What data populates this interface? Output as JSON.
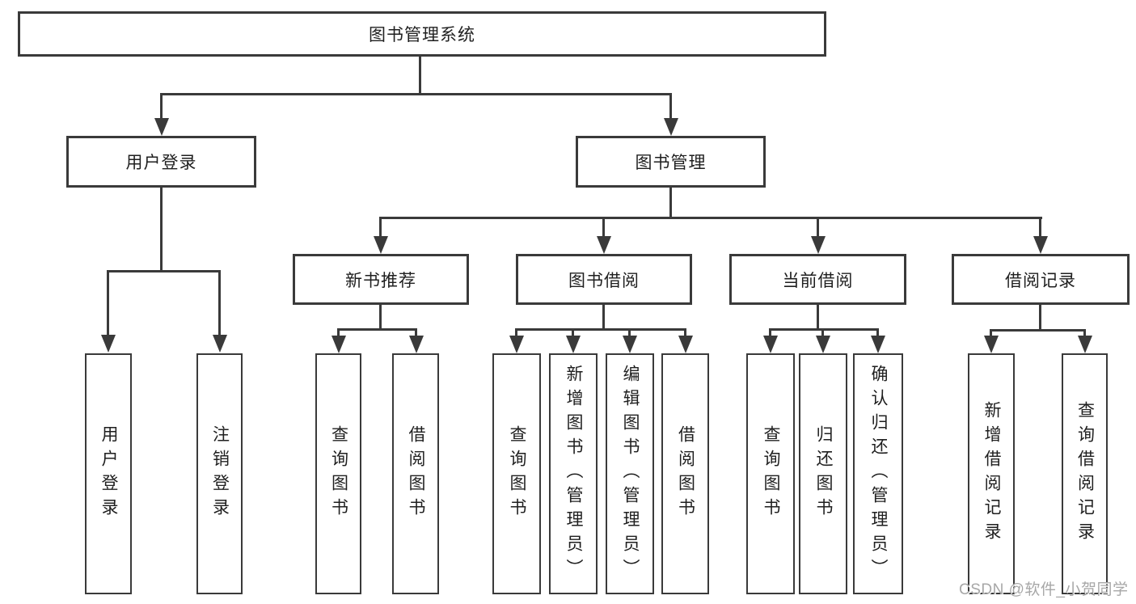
{
  "diagram": {
    "type": "hierarchy-tree",
    "root": {
      "label": "图书管理系统"
    },
    "level2": {
      "user_login": {
        "label": "用户登录"
      },
      "book_mgmt": {
        "label": "图书管理"
      }
    },
    "level3": {
      "new_book_rec": {
        "label": "新书推荐"
      },
      "book_borrow": {
        "label": "图书借阅"
      },
      "current_borrow": {
        "label": "当前借阅"
      },
      "borrow_records": {
        "label": "借阅记录"
      }
    },
    "leaves": {
      "user_login": [
        "用户登录",
        "注销登录"
      ],
      "new_book_rec": [
        "查询图书",
        "借阅图书"
      ],
      "book_borrow": [
        "查询图书",
        "新增图书（管理员）",
        "编辑图书（管理员）",
        "借阅图书"
      ],
      "current_borrow": [
        "查询图书",
        "归还图书",
        "确认归还（管理员）"
      ],
      "borrow_records": [
        "新增借阅记录",
        "查询借阅记录"
      ]
    },
    "hierarchy": {
      "图书管理系统": [
        "用户登录",
        "图书管理"
      ],
      "用户登录": [
        "用户登录",
        "注销登录"
      ],
      "图书管理": [
        "新书推荐",
        "图书借阅",
        "当前借阅",
        "借阅记录"
      ],
      "新书推荐": [
        "查询图书",
        "借阅图书"
      ],
      "图书借阅": [
        "查询图书",
        "新增图书（管理员）",
        "编辑图书（管理员）",
        "借阅图书"
      ],
      "当前借阅": [
        "查询图书",
        "归还图书",
        "确认归还（管理员）"
      ],
      "借阅记录": [
        "新增借阅记录",
        "查询借阅记录"
      ]
    },
    "colors": {
      "line": "#3a3a3a",
      "box_border": "#3a3a3a",
      "text": "#1f1f1f",
      "background": "#ffffff",
      "watermark": "#a7a7a7"
    }
  },
  "watermark": {
    "text": "CSDN @软件_小贺同学"
  }
}
